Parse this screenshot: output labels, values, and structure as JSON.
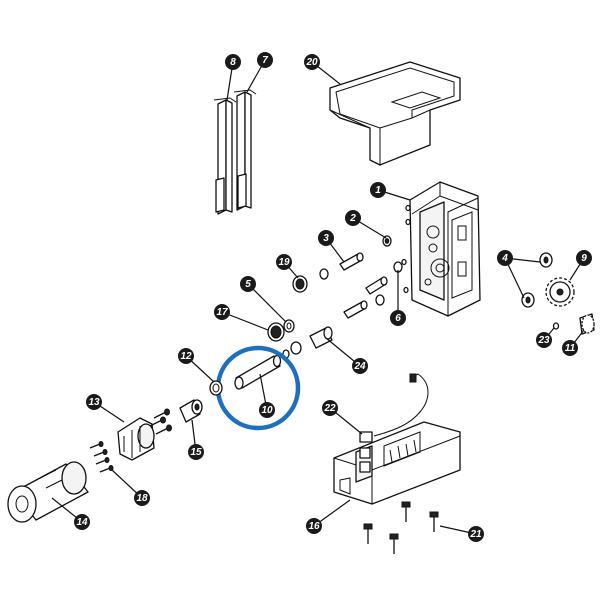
{
  "diagram": {
    "highlight_color": "#1f6fbf",
    "highlighted_part": "10",
    "callouts": [
      {
        "id": "c1",
        "label": "1"
      },
      {
        "id": "c2",
        "label": "2"
      },
      {
        "id": "c3",
        "label": "3"
      },
      {
        "id": "c4",
        "label": "4"
      },
      {
        "id": "c5",
        "label": "5"
      },
      {
        "id": "c6",
        "label": "6"
      },
      {
        "id": "c7",
        "label": "7"
      },
      {
        "id": "c8",
        "label": "8"
      },
      {
        "id": "c9",
        "label": "9"
      },
      {
        "id": "c10",
        "label": "10"
      },
      {
        "id": "c11",
        "label": "11"
      },
      {
        "id": "c12",
        "label": "12"
      },
      {
        "id": "c13",
        "label": "13"
      },
      {
        "id": "c14",
        "label": "14"
      },
      {
        "id": "c15",
        "label": "15"
      },
      {
        "id": "c16",
        "label": "16"
      },
      {
        "id": "c17",
        "label": "17"
      },
      {
        "id": "c18",
        "label": "18"
      },
      {
        "id": "c19",
        "label": "19"
      },
      {
        "id": "c20",
        "label": "20"
      },
      {
        "id": "c21",
        "label": "21"
      },
      {
        "id": "c22",
        "label": "22"
      },
      {
        "id": "c23",
        "label": "23"
      },
      {
        "id": "c24",
        "label": "24"
      }
    ]
  }
}
